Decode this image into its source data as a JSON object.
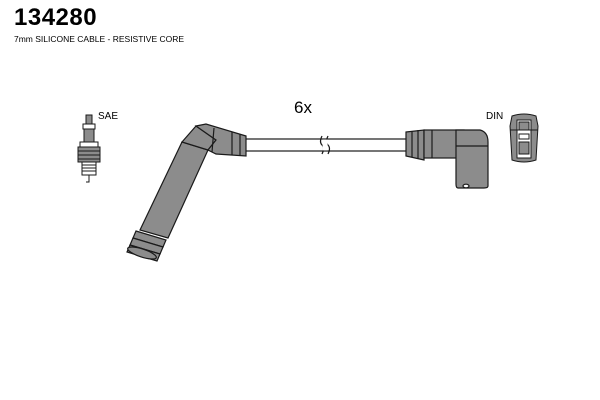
{
  "header": {
    "part_number": "134280",
    "description": "7mm SILICONE CABLE - RESISTIVE CORE"
  },
  "diagram": {
    "quantity": "6x",
    "left_terminal_label": "SAE",
    "right_terminal_label": "DIN"
  },
  "colors": {
    "boot_fill": "#8c8c8c",
    "outline": "#1a1a1a",
    "cable_fill": "#ffffff",
    "background": "#ffffff"
  }
}
